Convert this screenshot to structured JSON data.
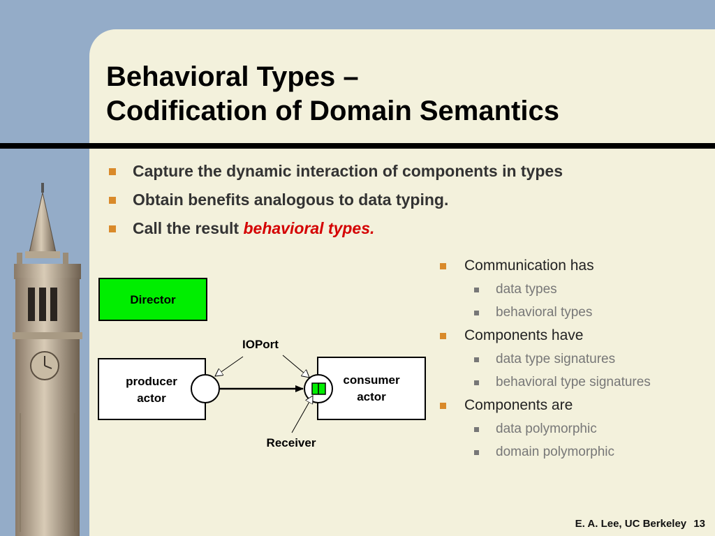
{
  "slide": {
    "title_line1": "Behavioral Types –",
    "title_line2": "Codification of Domain Semantics",
    "bullets": [
      "Capture the dynamic interaction of components in types",
      "Obtain benefits analogous to data typing.",
      "Call the result "
    ],
    "bullet3_highlight": "behavioral types",
    "bullet3_suffix": ".",
    "right_list": [
      {
        "label": "Communication has",
        "subs": [
          "data types",
          "behavioral types"
        ]
      },
      {
        "label": "Components have",
        "subs": [
          "data type signatures",
          "behavioral type signatures"
        ]
      },
      {
        "label": "Components are",
        "subs": [
          "data polymorphic",
          "domain polymorphic"
        ]
      }
    ],
    "footer_author": "E. A. Lee, UC Berkeley",
    "footer_page": "13"
  },
  "diagram": {
    "director": "Director",
    "producer_line1": "producer",
    "producer_line2": "actor",
    "consumer_line1": "consumer",
    "consumer_line2": "actor",
    "ioport": "IOPort",
    "receiver": "Receiver"
  },
  "colors": {
    "background": "#94acc8",
    "panel": "#f3f1dc",
    "bullet_square": "#d98a2a",
    "highlight": "#d40000",
    "director_fill": "#00ee00"
  }
}
